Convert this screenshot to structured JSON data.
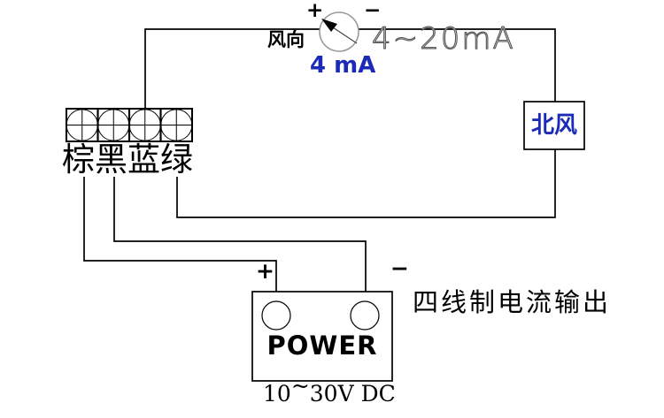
{
  "colors": {
    "accent_blue": "#1b2bb8",
    "wire_black": "#000000",
    "meter_outline_gray": "#999999",
    "range_text_outline": "#555555"
  },
  "meter": {
    "plus": "+",
    "minus": "−",
    "name_label": "风向",
    "range_label": "4~20mA",
    "current_value": "4 mA"
  },
  "sensor_terminals": {
    "wire_color_labels": "棕黑蓝绿"
  },
  "direction_indicator": {
    "label": "北风"
  },
  "power_supply": {
    "plus": "+",
    "minus": "−",
    "label": "POWER",
    "voltage": {
      "prefix": "10",
      "tilde": "~",
      "suffix": "30V DC"
    }
  },
  "caption": {
    "text": "四线制电流输出"
  }
}
